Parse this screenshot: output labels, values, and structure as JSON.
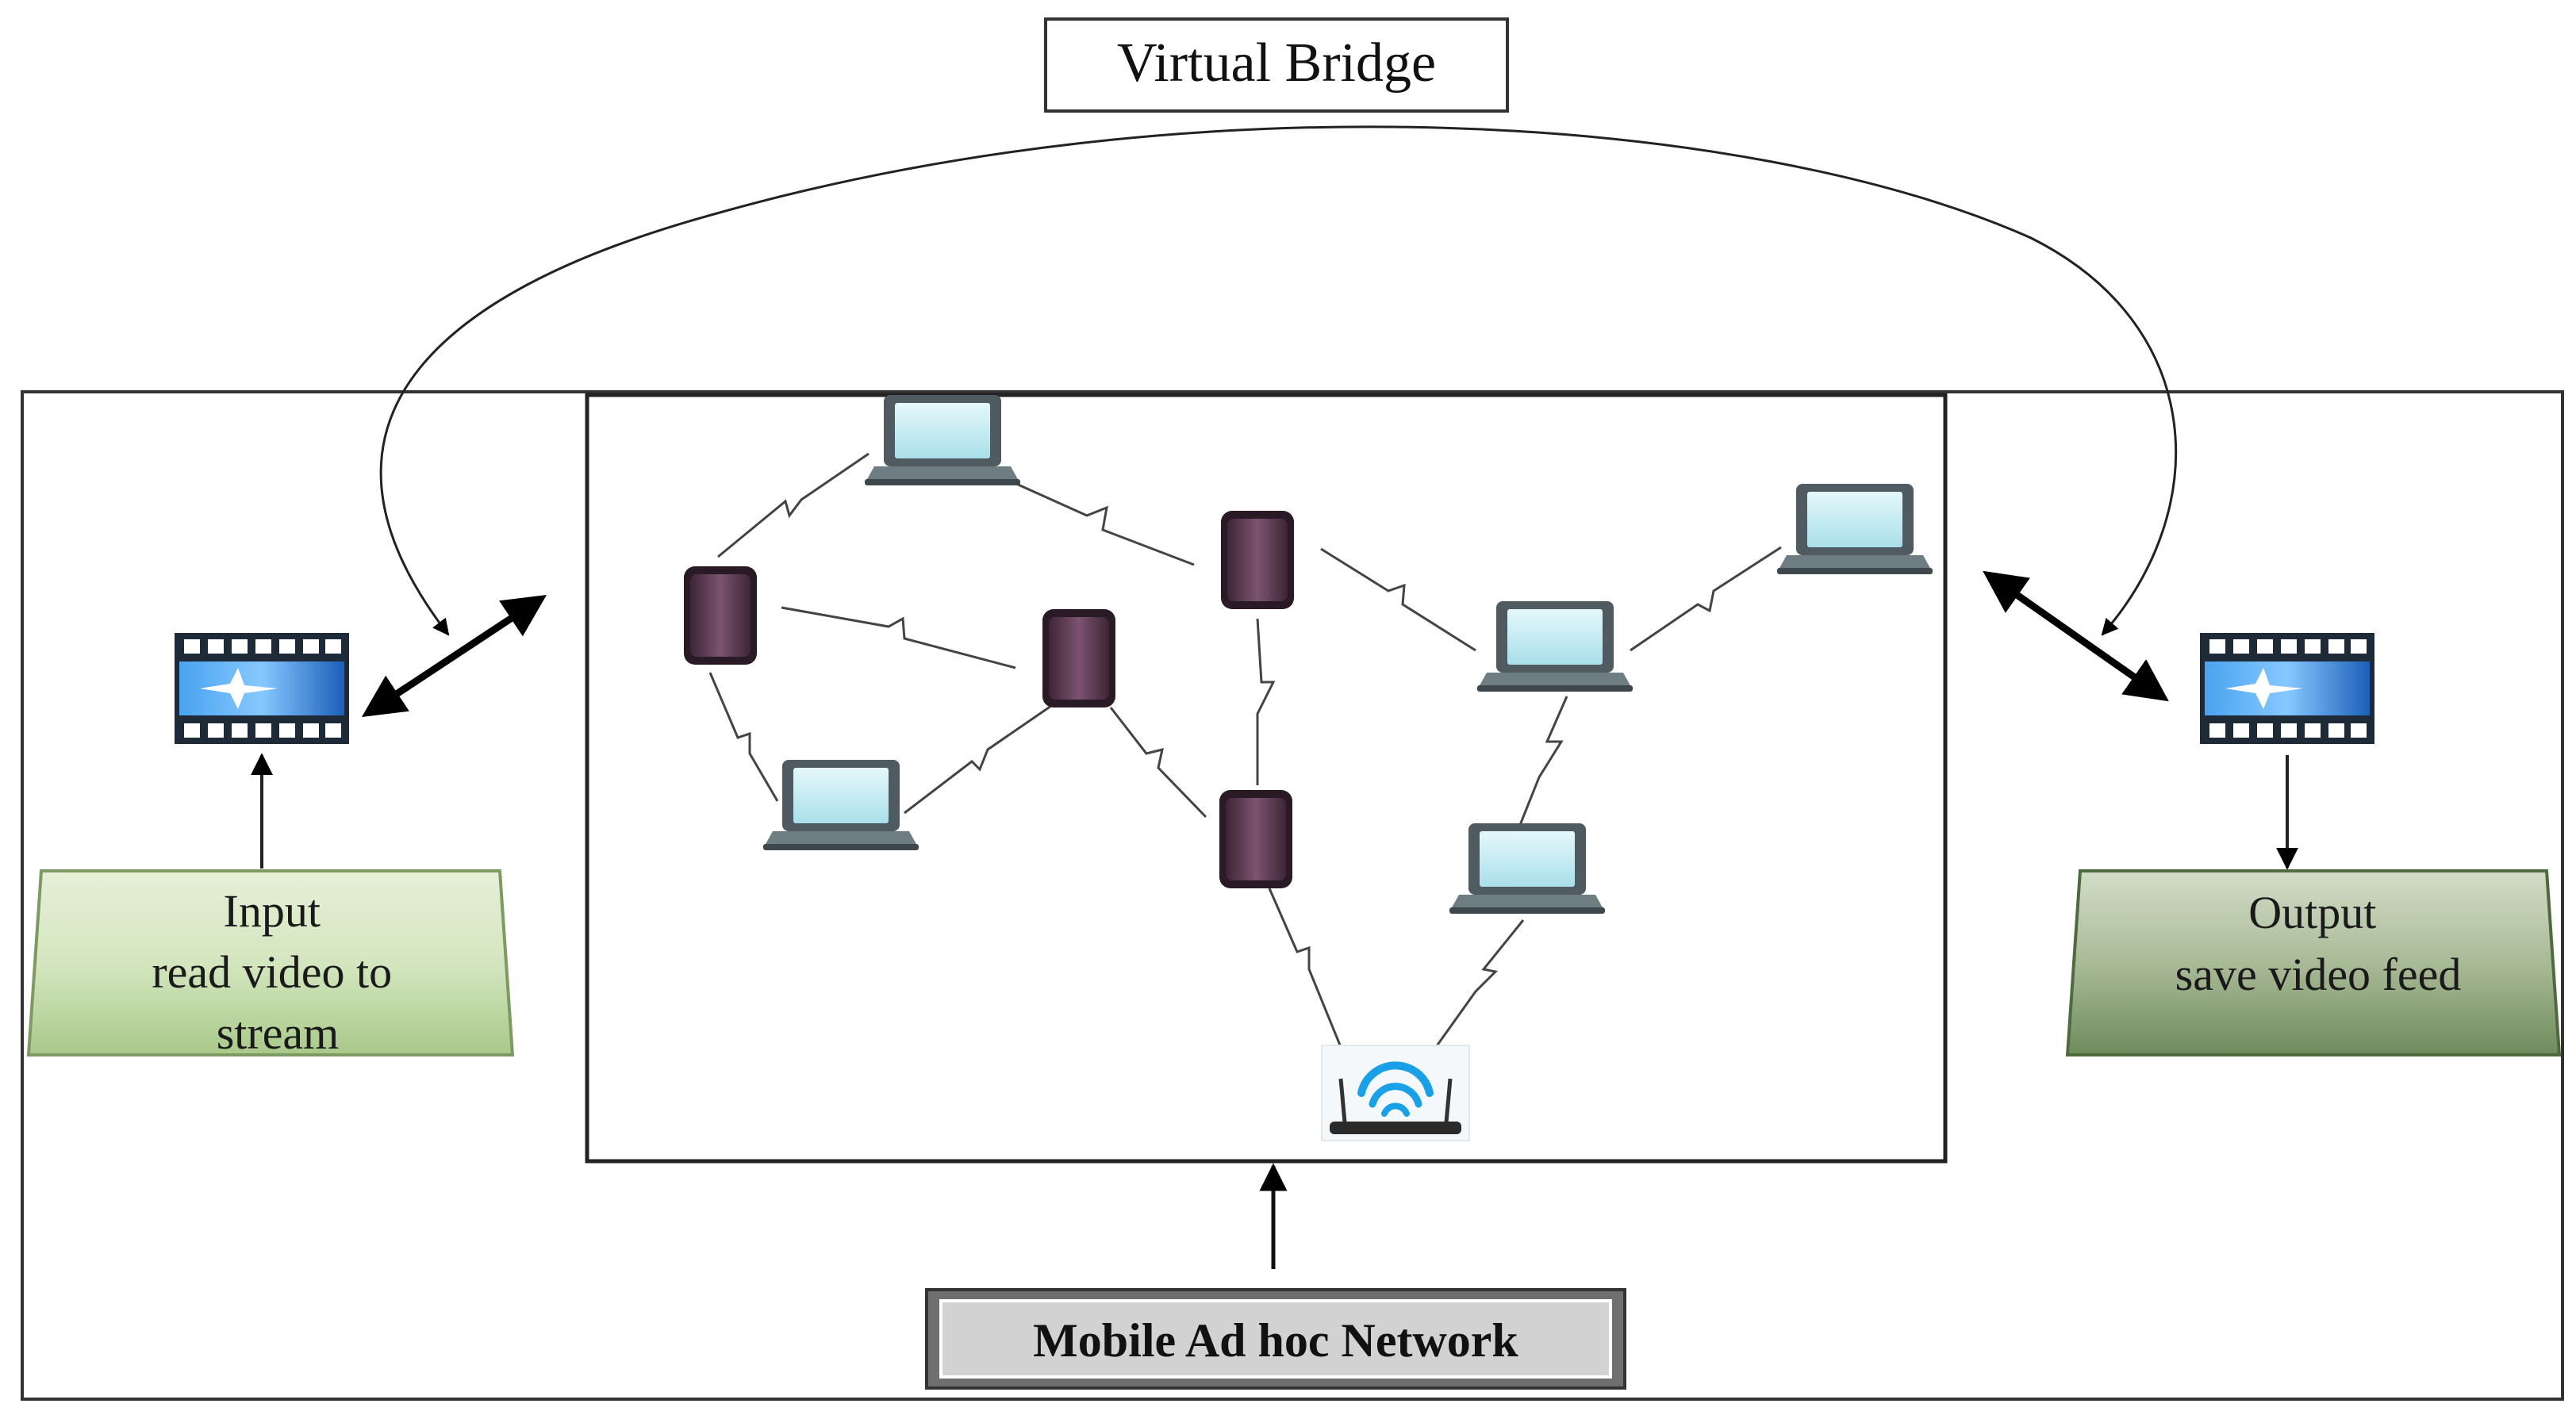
{
  "title_box": {
    "label": "Virtual Bridge"
  },
  "input_box": {
    "lines": [
      "Input",
      "read video to",
      "stream"
    ]
  },
  "output_box": {
    "lines": [
      "Output",
      "save video feed"
    ]
  },
  "network_box": {
    "label": "Mobile Ad hoc Network"
  },
  "icons": {
    "video": "film-strip-icon",
    "laptop": "laptop-icon",
    "phone": "smartphone-icon",
    "router": "wifi-router-icon"
  },
  "colors": {
    "phone_body": "#6b4660",
    "laptop_screen": "#c9eef5",
    "laptop_body": "#5f6f74",
    "wifi": "#1aa0e6",
    "input_fill": "#c5dca9",
    "output_fill": "#8fa57c",
    "film_blue": "#2f7fd0",
    "network_label_fill": "#c8c8c8"
  }
}
